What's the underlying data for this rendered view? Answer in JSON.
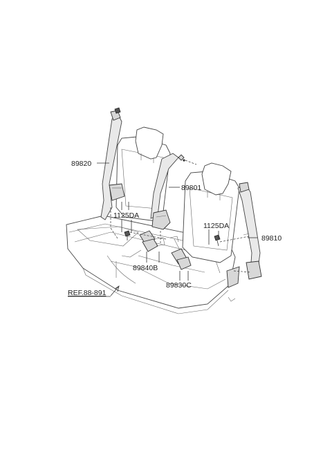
{
  "parts": {
    "p89820": "89820",
    "p89801": "89801",
    "p1125DA_left": "1125DA",
    "p1125DA_right": "1125DA",
    "p89810": "89810",
    "p89840B": "89840B",
    "p89830C": "89830C",
    "ref": "REF.88-891"
  },
  "colors": {
    "line": "#333333",
    "fill": "#e9e9e9"
  }
}
